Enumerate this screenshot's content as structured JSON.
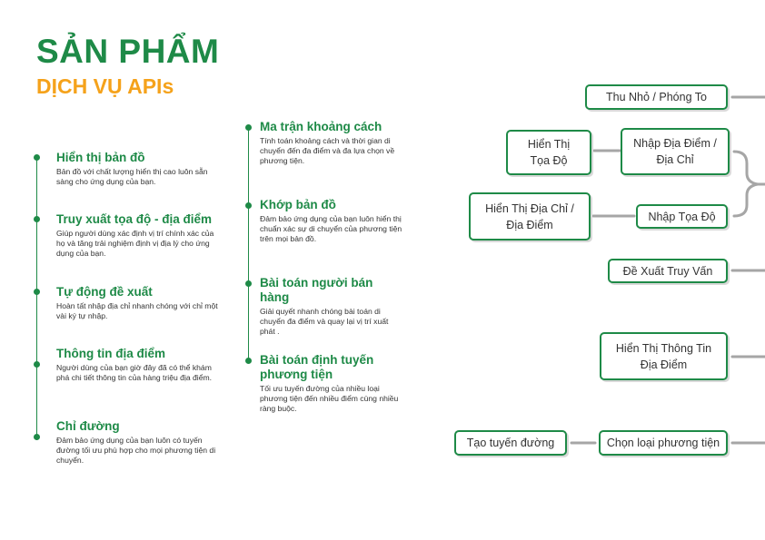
{
  "header": {
    "title": "SẢN PHẨM",
    "subtitle": "DỊCH VỤ APIs"
  },
  "features_left": [
    {
      "title": "Hiển thị bản đồ",
      "desc": "Bản đồ với chất lượng hiển thị cao luôn sẵn sàng cho ứng dụng của bạn."
    },
    {
      "title": "Truy xuất tọa độ - địa điểm",
      "desc": "Giúp người dùng xác định vị trí chính xác của họ và tăng trải nghiệm định vị địa lý cho ứng dụng của bạn."
    },
    {
      "title": "Tự động đề xuất",
      "desc": "Hoàn tất nhập địa chỉ nhanh chóng với chỉ một vài ký tự nhập."
    },
    {
      "title": "Thông tin địa điểm",
      "desc": "Người dùng của bạn giờ đây đã có thể khám phá chi tiết thông tin của hàng triệu địa điểm."
    },
    {
      "title": "Chỉ đường",
      "desc": "Đảm bảo ứng dụng của bạn luôn có tuyến đường tối ưu phù hợp cho mọi phương tiện di chuyển."
    }
  ],
  "features_right": [
    {
      "title": "Ma trận khoảng cách",
      "desc": "Tính toán khoảng cách và thời gian di chuyển đến đa điểm và đa lựa chọn về phương tiện."
    },
    {
      "title": "Khớp bản đồ",
      "desc": "Đảm bảo ứng dụng của bạn luôn hiển thị chuẩn xác sự di chuyển của phương tiện trên mọi bản đồ."
    },
    {
      "title": "Bài toán người bán hàng",
      "desc": "Giải quyết nhanh chóng bài toán di chuyển đa điểm và quay lại vị trí xuất phát ."
    },
    {
      "title": "Bài toán định tuyến phương tiện",
      "desc": "Tối ưu tuyến đường của nhiều loại phương tiện đến nhiều điểm cùng nhiều ràng buộc."
    }
  ],
  "diagram": {
    "zoom": "Thu Nhỏ / Phóng To",
    "show_coord": "Hiển Thị Tọa Độ",
    "enter_place": "Nhập Địa Điểm / Địa Chỉ",
    "show_address": "Hiển Thị Địa Chỉ / Địa Điểm",
    "enter_coord": "Nhập Tọa Độ",
    "suggest": "Đề Xuất Truy Vấn",
    "show_place_info": "Hiển Thị Thông Tin Địa Điểm",
    "create_route": "Tạo tuyến đường",
    "choose_vehicle": "Chọn loại phương tiện"
  },
  "colors": {
    "primary": "#1e8a47",
    "accent": "#f5a21b",
    "connector": "#a6a6a6"
  }
}
